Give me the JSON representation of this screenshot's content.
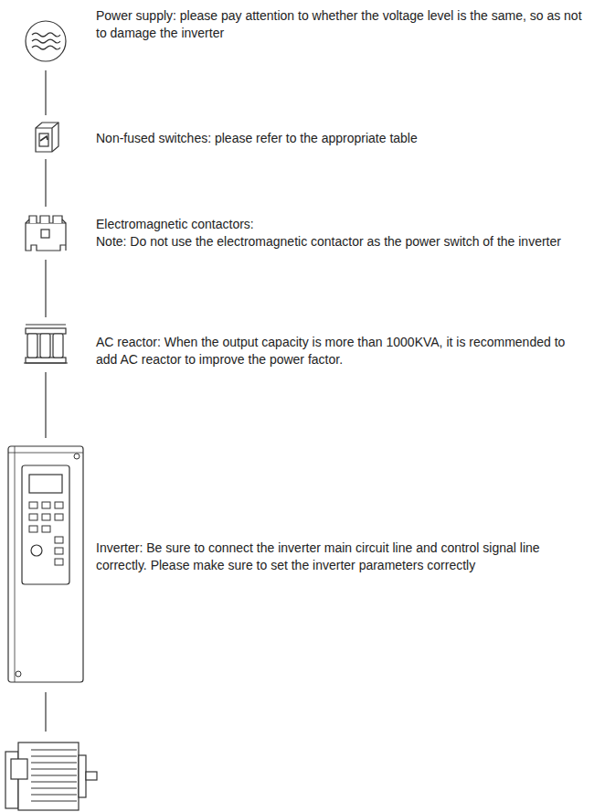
{
  "diagram": {
    "nodes": [
      {
        "text": [
          "Power supply: please pay attention to whether the voltage level is the same, so as not to damage the inverter"
        ]
      },
      {
        "text": [
          "Non-fused switches: please refer to the appropriate table"
        ]
      },
      {
        "text": [
          "Electromagnetic contactors:",
          "Note: Do not use the electromagnetic contactor as the power switch of the inverter"
        ]
      },
      {
        "text": [
          "AC reactor: When the output capacity is more than 1000KVA, it is recommended to add AC reactor to improve the power factor."
        ]
      },
      {
        "text": [
          "Inverter: Be sure to connect the inverter main circuit line and control signal line correctly. Please make sure to set the inverter parameters correctly"
        ]
      }
    ],
    "edges": [
      {
        "from": 0,
        "to": 1,
        "arrow": "none"
      },
      {
        "from": 1,
        "to": 2,
        "arrow": "none"
      },
      {
        "from": 2,
        "to": 3,
        "arrow": "none"
      },
      {
        "from": 3,
        "to": 4,
        "arrow": "none"
      }
    ]
  }
}
